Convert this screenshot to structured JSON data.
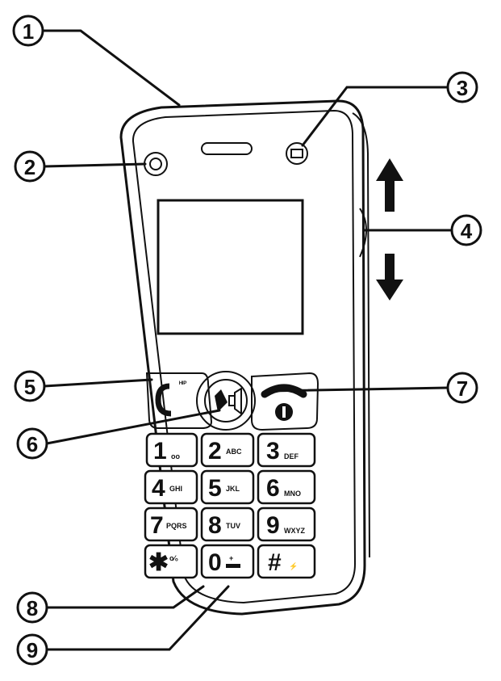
{
  "callouts": [
    "1",
    "2",
    "3",
    "4",
    "5",
    "6",
    "7",
    "8",
    "9"
  ],
  "keypad": [
    {
      "digit": "1",
      "letters": "oo"
    },
    {
      "digit": "2",
      "letters": "ABC"
    },
    {
      "digit": "3",
      "letters": "DEF"
    },
    {
      "digit": "4",
      "letters": "GHI"
    },
    {
      "digit": "5",
      "letters": "JKL"
    },
    {
      "digit": "6",
      "letters": "MNO"
    },
    {
      "digit": "7",
      "letters": "PQRS"
    },
    {
      "digit": "8",
      "letters": "TUV"
    },
    {
      "digit": "9",
      "letters": "WXYZ"
    },
    {
      "digit": "✱",
      "letters": "o⁄ₒ"
    },
    {
      "digit": "0",
      "letters": "+"
    },
    {
      "digit": "#",
      "letters": "⚡"
    }
  ]
}
